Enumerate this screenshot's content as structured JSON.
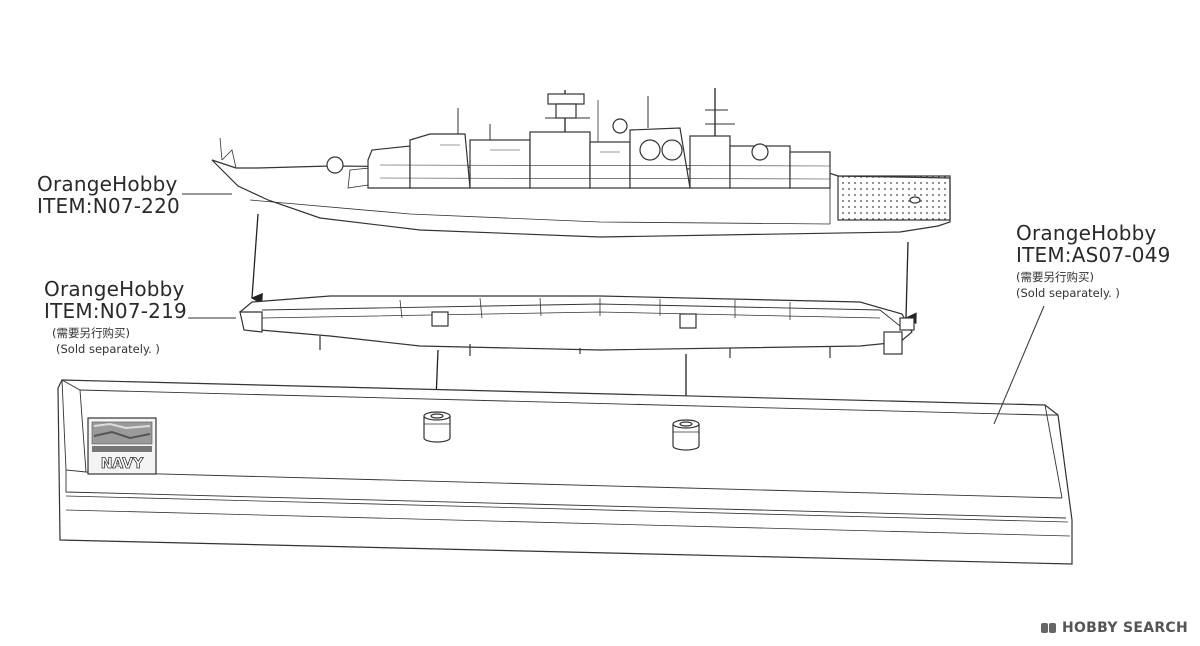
{
  "labels": {
    "hull_kit": {
      "brand": "OrangeHobby",
      "item": "ITEM:N07-220"
    },
    "lower_hull": {
      "brand": "OrangeHobby",
      "item": "ITEM:N07-219",
      "note_cn": "(需要另行购买)",
      "note_en": "(Sold separately. )"
    },
    "display_base": {
      "brand": "OrangeHobby",
      "item": "ITEM:AS07-049",
      "note_cn": "(需要另行购买)",
      "note_en": "(Sold separately. )"
    }
  },
  "plaque": {
    "text": "NAVY"
  },
  "watermark": {
    "text": "HOBBY SEARCH"
  },
  "colors": {
    "line": "#333333",
    "deck_dots": "#444444",
    "background": "#ffffff"
  }
}
